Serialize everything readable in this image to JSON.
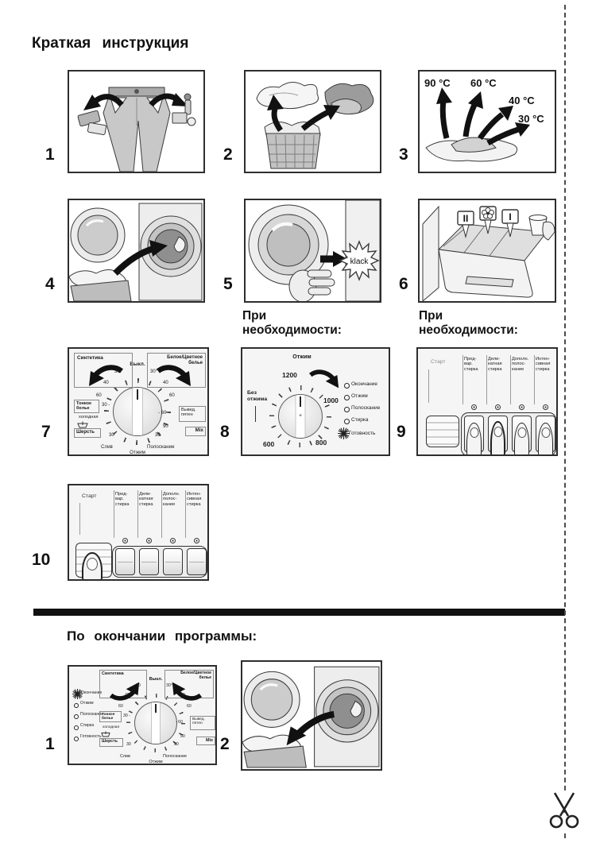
{
  "title": "Краткая инструкция",
  "when_needed": {
    "line1": "При",
    "line2": "необходимости:"
  },
  "after_program": {
    "title": "По окончании программы:"
  },
  "steps": {
    "n1": "1",
    "n2": "2",
    "n3": "3",
    "n4": "4",
    "n5": "5",
    "n6": "6",
    "n7": "7",
    "n8": "8",
    "n9": "9",
    "n10": "10"
  },
  "after_steps": {
    "n1": "1",
    "n2": "2"
  },
  "temperatures": {
    "t90": "90 °C",
    "t60": "60 °C",
    "t40": "40 °C",
    "t30": "30 °C"
  },
  "door": {
    "klack": "klack"
  },
  "drawer": {
    "prewash_symbol": "II",
    "main_symbol": "I"
  },
  "dial": {
    "off": "Выкл.",
    "synthetics": "Синтетика",
    "whites": "Белое/Цветное\nбелье",
    "left30": "30",
    "left40": "40",
    "left60": "60",
    "right30": "30°",
    "right40": "40",
    "right60": "60",
    "delicate": "Тонкое\nбелье",
    "delicate_temp": "30 -",
    "cold": "холодная",
    "wool": "Шерсть",
    "wool_temp": "30",
    "drain": "Слив",
    "spin": "Отжим",
    "rinse": "Полоскание",
    "rinse_temp": "30",
    "stain_temp": "- 60",
    "stain": "Вывед.\nпятен",
    "deg90": "90",
    "mix": "Mix"
  },
  "spin_panel": {
    "title": "Отжим",
    "s1200": "1200",
    "s1000": "1000",
    "s800": "800",
    "s600": "600",
    "no_spin": "Без\nотжима",
    "ind_end": "Окончание",
    "ind_spin": "Отжим",
    "ind_rinse": "Полоскание",
    "ind_wash": "Стирка",
    "ind_ready": "Готовность"
  },
  "buttons_panel": {
    "start": "Старт",
    "b1": "Пред-\nвар.\nстирка",
    "b2": "Дели-\nкатная\nстирка",
    "b3": "Дополн.\nполос-\nкание",
    "b4": "Интен-\nсивная\nстирка"
  },
  "end_panel": {
    "ind_end": "Окончание",
    "ind_spin": "Отжим",
    "ind_rinse": "Полоскание",
    "ind_wash": "Стирка",
    "ind_ready": "Готовность"
  }
}
